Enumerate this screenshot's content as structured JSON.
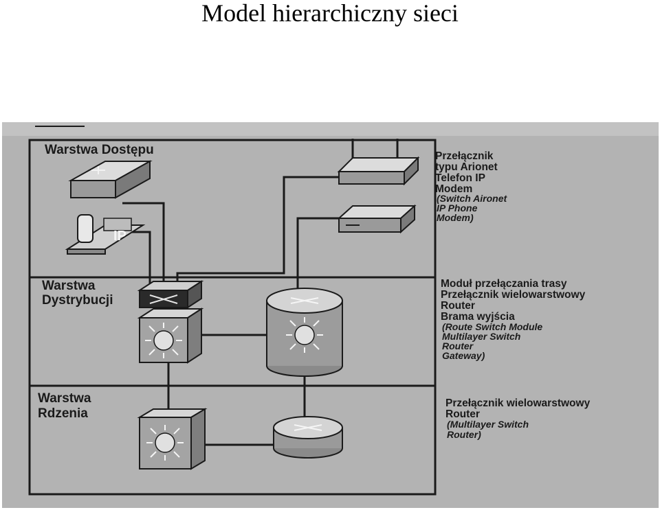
{
  "title": "Model hierarchiczny sieci",
  "layers": {
    "access": [
      "Warstwa Dostępu"
    ],
    "distribution": [
      "Warstwa",
      "Dystrybucji"
    ],
    "core": [
      "Warstwa",
      "Rdzenia"
    ]
  },
  "device_labels": {
    "access": [
      "Przełącznik",
      "typu Arionet",
      "Telefon IP",
      "Modem",
      "(Switch Aironet",
      "IP Phone",
      "Modem)"
    ],
    "distribution": [
      "Moduł przełączania trasy",
      "Przełącznik wielowarstwowy",
      "Router",
      "Brama wyjścia",
      "(Route Switch Module",
      "Multilayer Switch",
      "Router",
      "Gateway)"
    ],
    "core": [
      "Przełącznik wielowarstwowy",
      "Router",
      "(Multilayer Switch",
      "Router)"
    ]
  },
  "device_text": {
    "ip_phone": "IP"
  },
  "colors": {
    "photo_bg": "#aeaeae",
    "frame": "#1a1a1a",
    "device_top": "#dcdcdc",
    "device_side": "#8a8a8a"
  }
}
